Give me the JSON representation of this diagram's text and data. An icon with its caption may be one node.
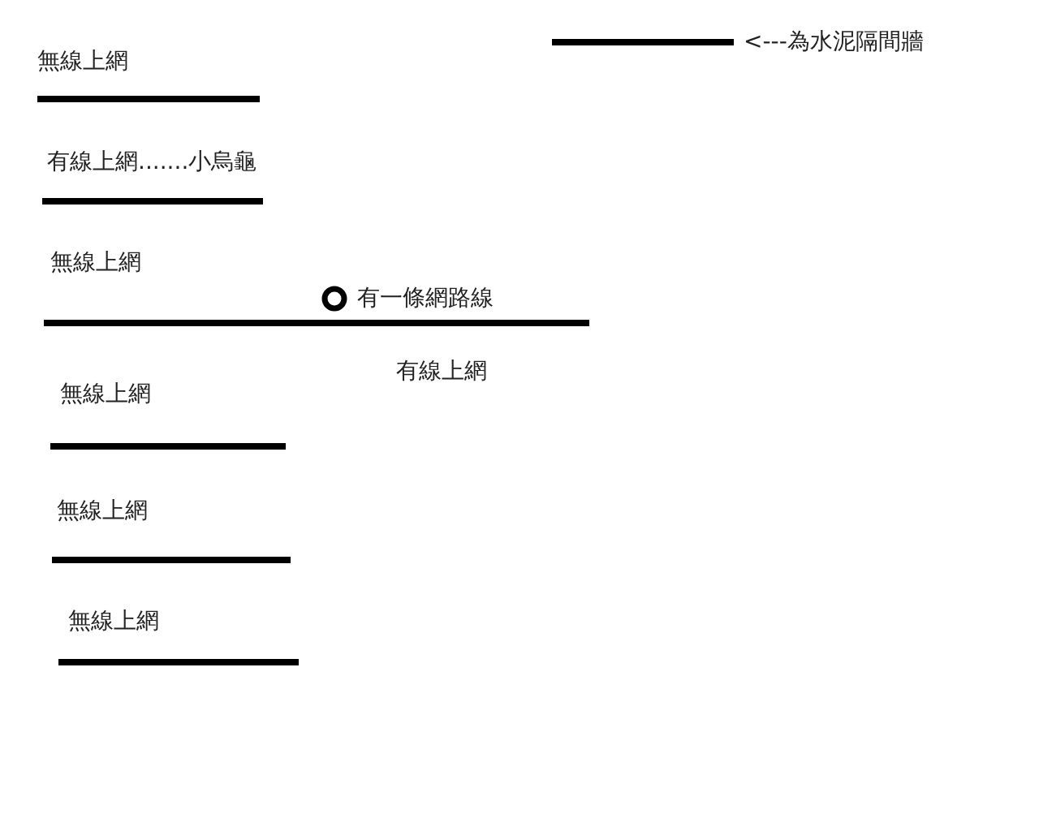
{
  "diagram": {
    "labels": [
      "無線上網",
      "有線上網.......小烏龜",
      "無線上網",
      "有一條網路線",
      "有線上網",
      "無線上網",
      "無線上網",
      "無線上網"
    ],
    "legend": [
      {
        "text": "<---為水泥隔間牆"
      }
    ]
  }
}
